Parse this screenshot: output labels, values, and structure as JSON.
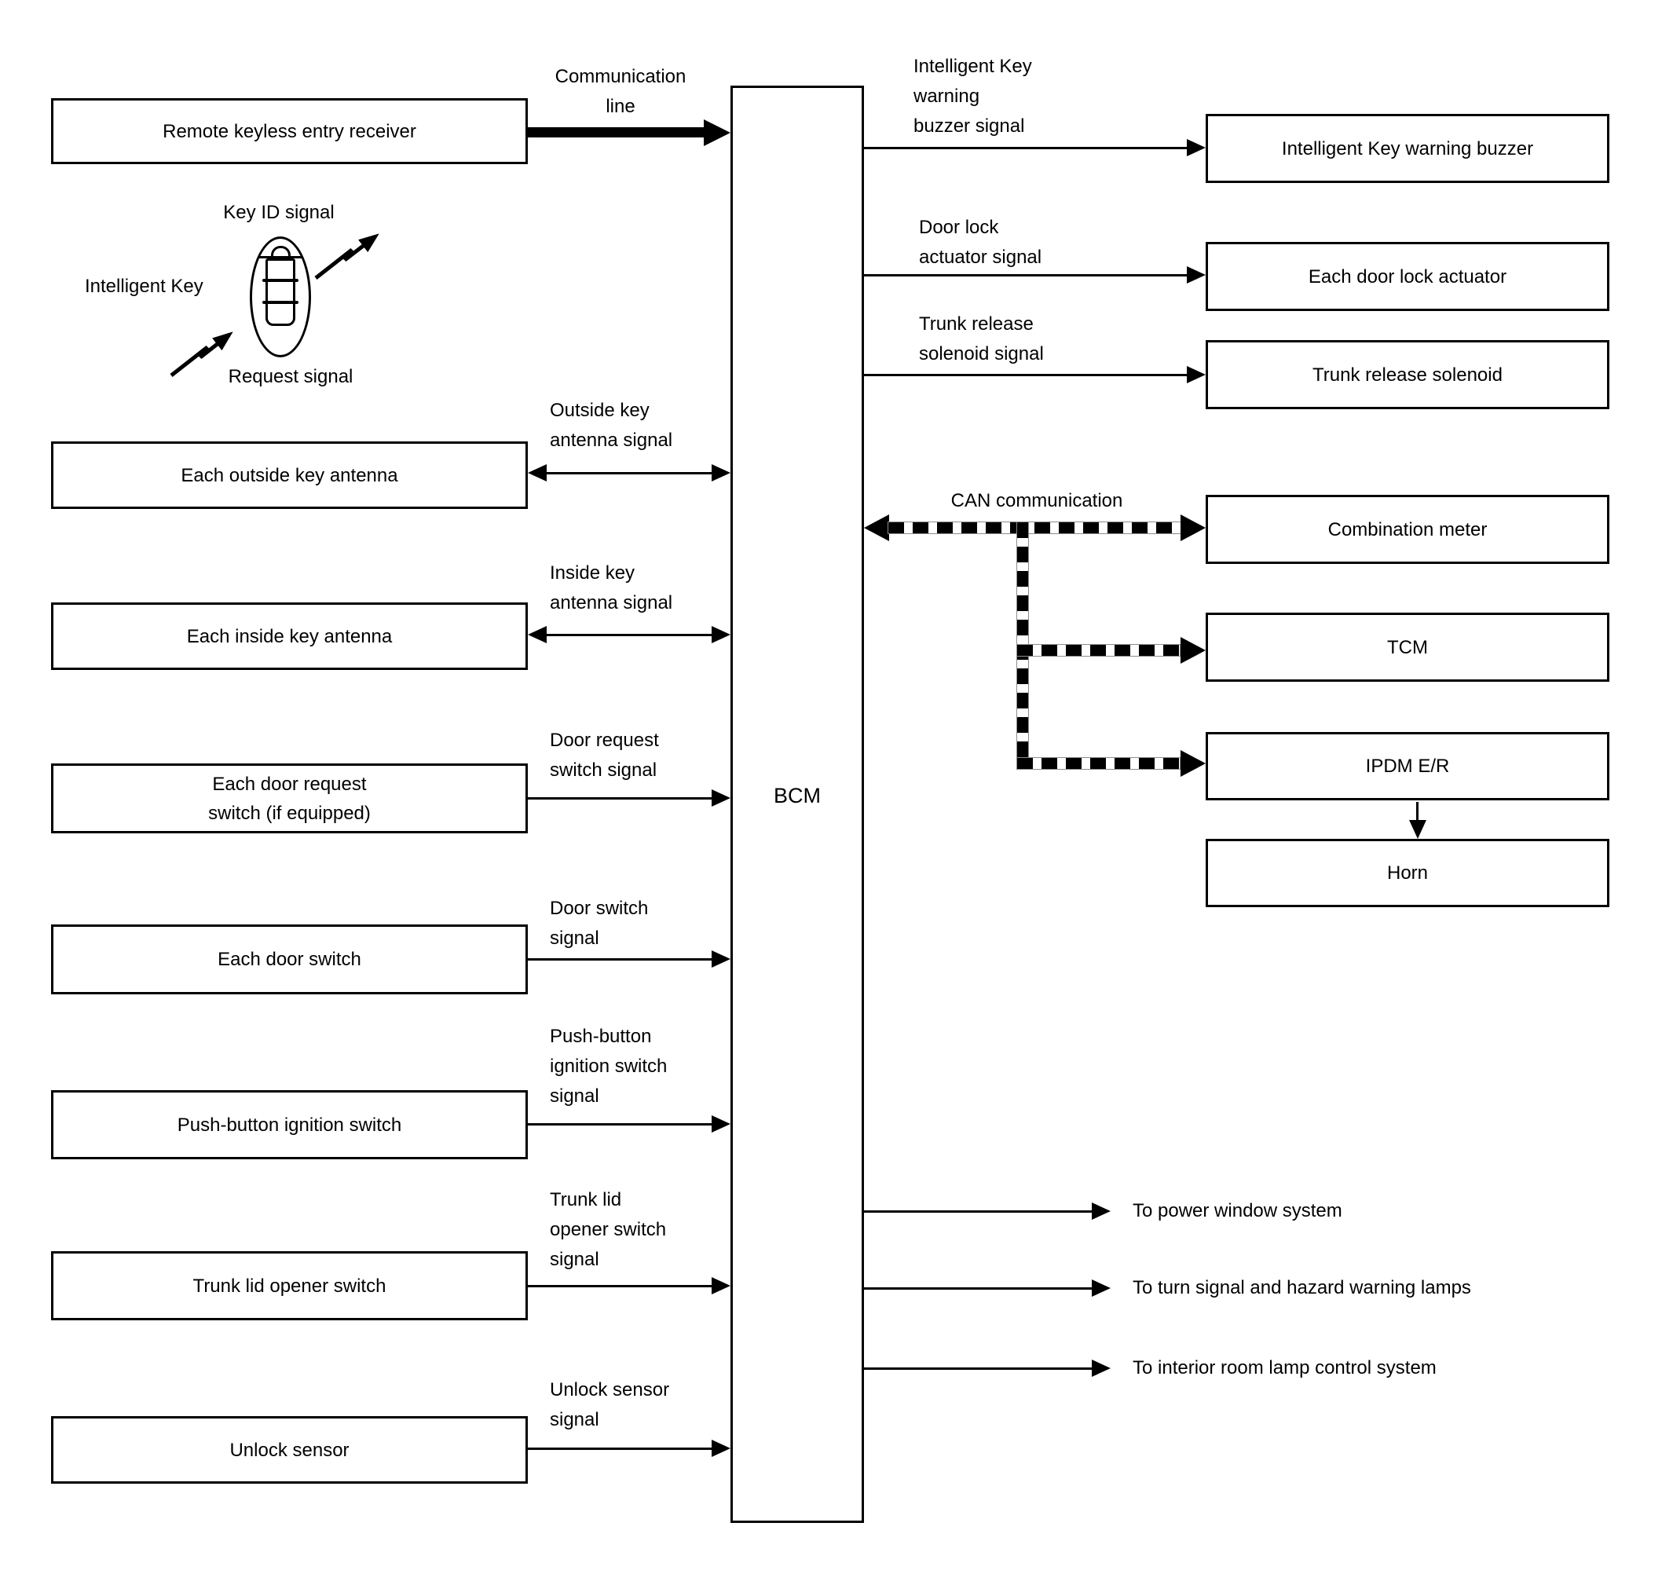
{
  "nodes": {
    "remote_keyless_receiver": "Remote keyless entry receiver",
    "outside_key_antenna": "Each outside key antenna",
    "inside_key_antenna": "Each inside key antenna",
    "door_request_switch": "Each door request\nswitch (if equipped)",
    "door_switch": "Each door switch",
    "push_button_ignition": "Push-button ignition switch",
    "trunk_lid_opener": "Trunk lid opener switch",
    "unlock_sensor": "Unlock sensor",
    "bcm": "BCM",
    "ik_warning_buzzer": "Intelligent Key warning buzzer",
    "door_lock_actuator": "Each door lock actuator",
    "trunk_release_solenoid": "Trunk release solenoid",
    "combination_meter": "Combination meter",
    "tcm": "TCM",
    "ipdm": "IPDM E/R",
    "horn": "Horn"
  },
  "signals": {
    "communication_line": "Communication\nline",
    "outside_key": "Outside key\nantenna signal",
    "inside_key": "Inside key\nantenna signal",
    "door_request": "Door request\nswitch signal",
    "door_switch": "Door switch\nsignal",
    "push_button": "Push-button\nignition switch\nsignal",
    "trunk_lid": "Trunk lid\nopener switch\nsignal",
    "unlock": "Unlock sensor\nsignal",
    "ik_buzzer": "Intelligent Key\nwarning\nbuzzer signal",
    "door_lock": "Door lock\nactuator signal",
    "trunk_release": "Trunk release\nsolenoid signal",
    "can": "CAN communication"
  },
  "key_fob": {
    "key_id_signal": "Key ID signal",
    "intelligent_key": "Intelligent Key",
    "request_signal": "Request signal"
  },
  "outputs": {
    "power_window": "To power window system",
    "turn_signal": "To turn signal and hazard warning lamps",
    "interior_lamp": "To interior room lamp control system"
  },
  "colors": {
    "line": "#000000",
    "background": "#ffffff"
  }
}
